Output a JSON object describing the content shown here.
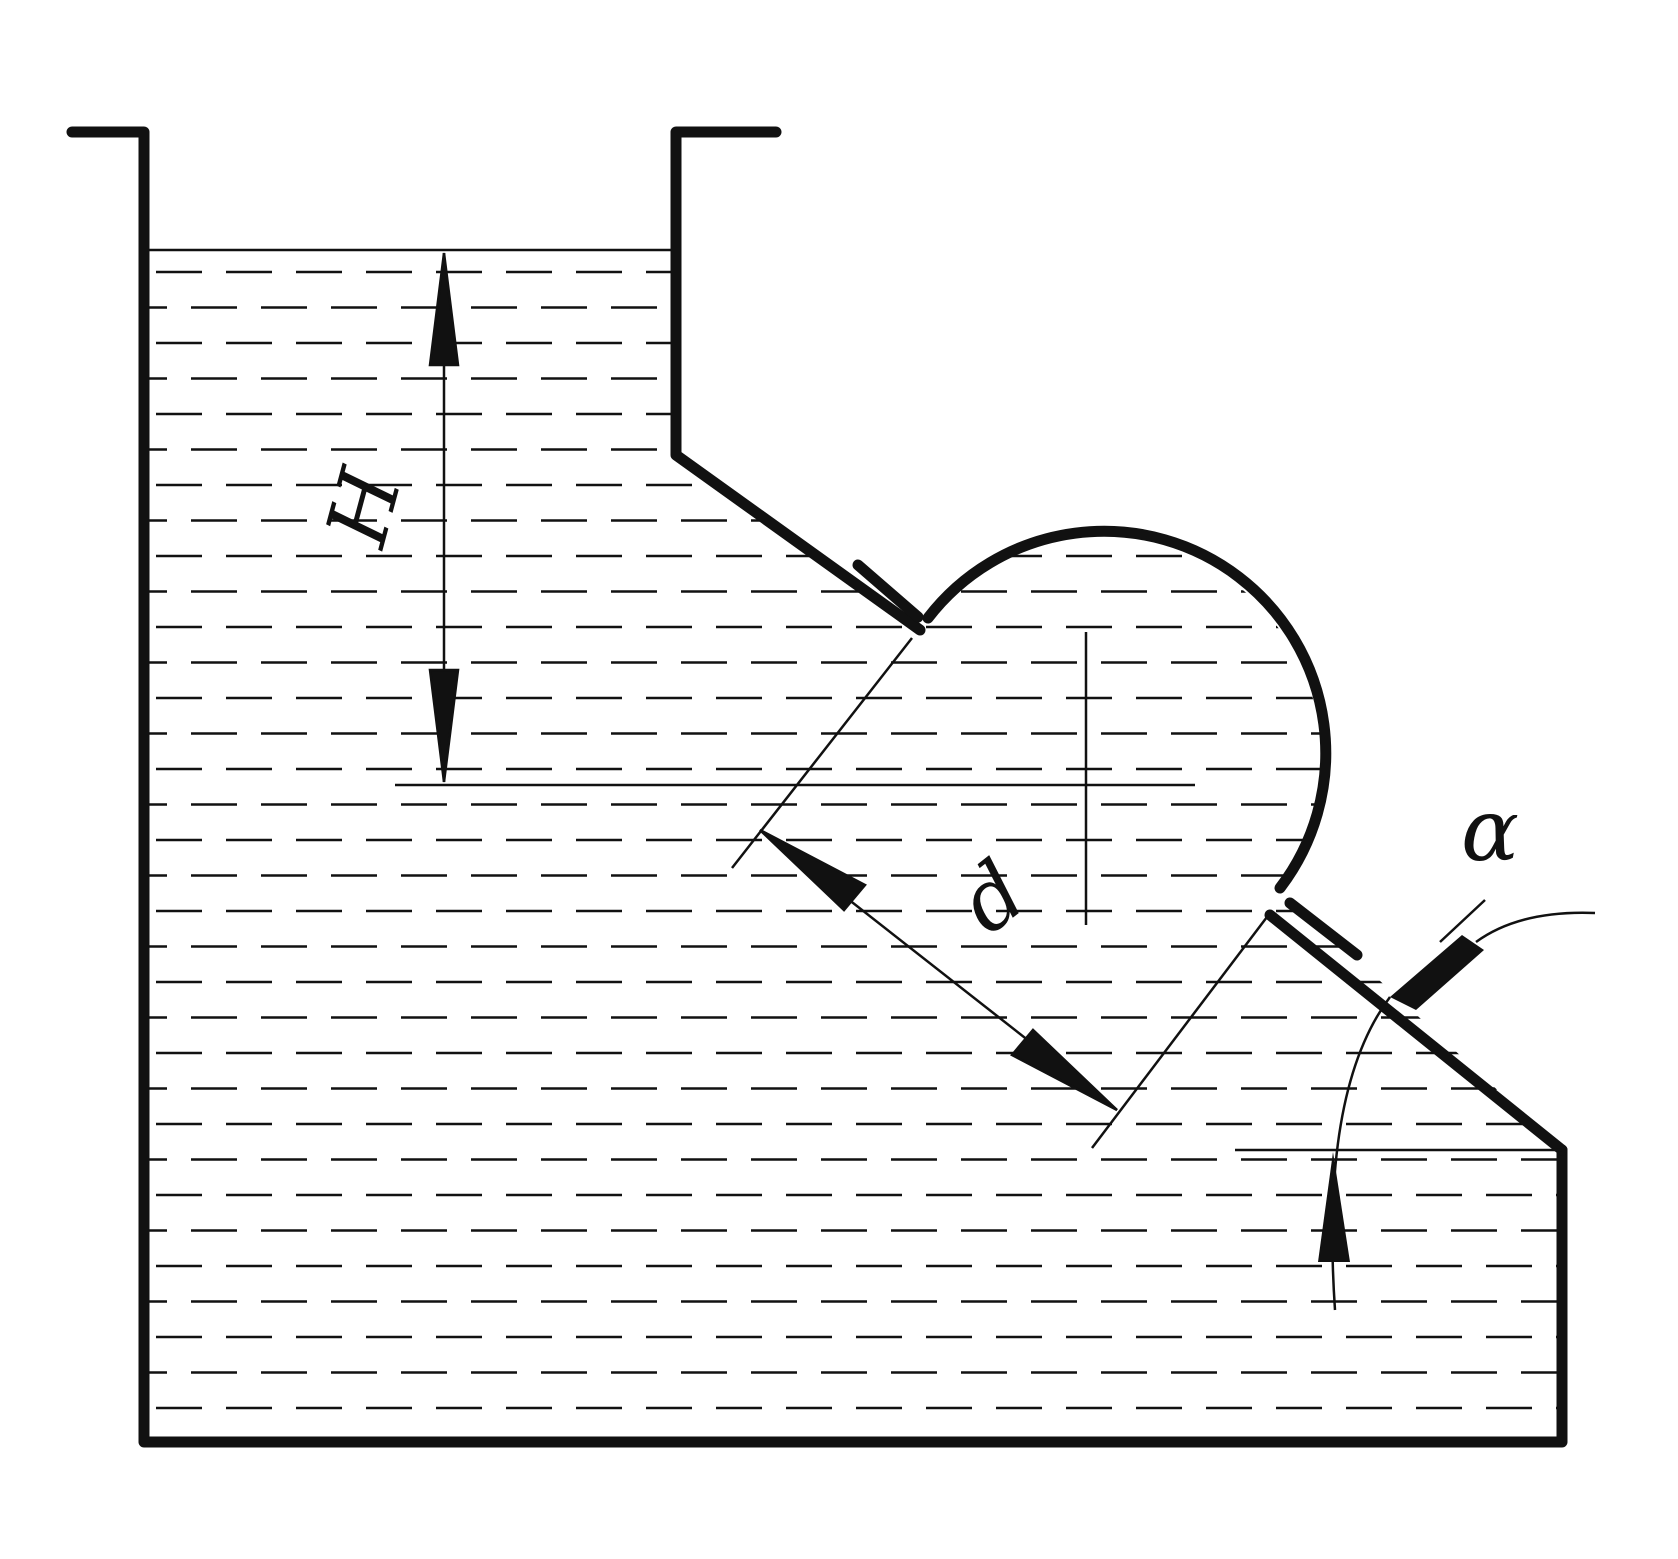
{
  "figure": {
    "labels": {
      "height": "H",
      "diameter": "d",
      "angle": "α"
    },
    "colors": {
      "stroke": "#111111",
      "background": "#ffffff"
    }
  }
}
